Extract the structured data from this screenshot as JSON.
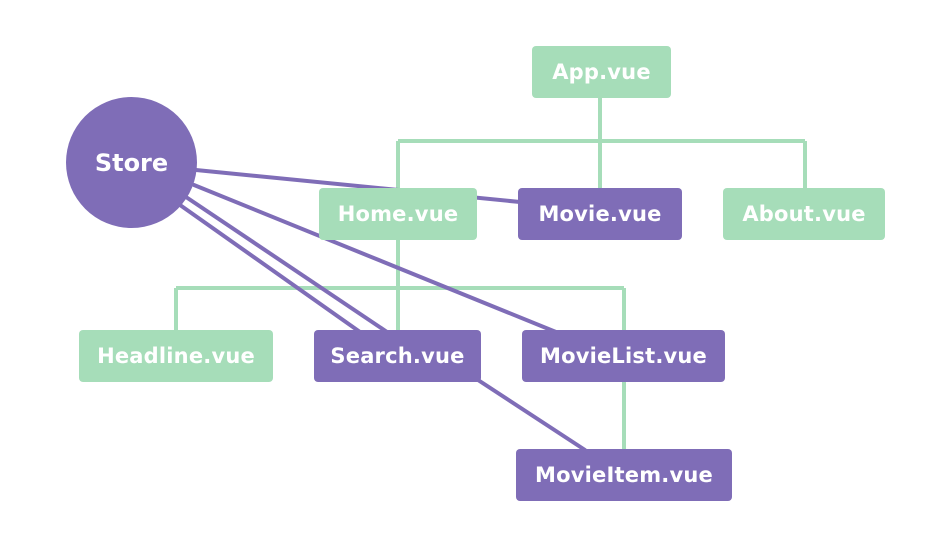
{
  "diagram": {
    "store_label": "Store",
    "nodes": {
      "app": "App.vue",
      "home": "Home.vue",
      "movie": "Movie.vue",
      "about": "About.vue",
      "headline": "Headline.vue",
      "search": "Search.vue",
      "movielist": "MovieList.vue",
      "movieitem": "MovieItem.vue"
    },
    "colors": {
      "component": "#a6ddb9",
      "store_connected": "#7f6db7",
      "tree_line": "#a6ddb9",
      "store_line": "#7f6db7"
    },
    "store_connections": [
      "Movie.vue",
      "Search.vue",
      "MovieList.vue",
      "MovieItem.vue"
    ]
  }
}
